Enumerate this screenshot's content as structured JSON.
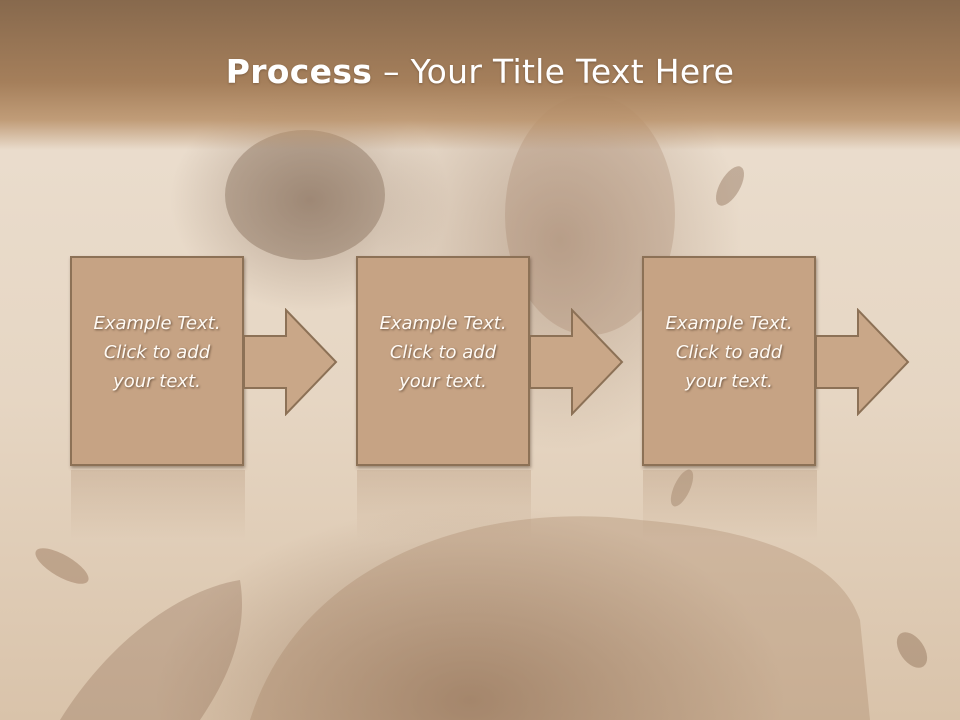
{
  "slide": {
    "title_bold": "Process",
    "title_rest": " – Your Title Text Here"
  },
  "steps": [
    {
      "line1": "Example Text.",
      "line2": "Click  to add",
      "line3": "your text."
    },
    {
      "line1": "Example Text.",
      "line2": "Click  to add",
      "line3": "your text."
    },
    {
      "line1": "Example Text.",
      "line2": "Click  to add",
      "line3": "your text."
    }
  ],
  "colors": {
    "header": "#9a7756",
    "box_fill": "#c6a384",
    "box_border": "#8c7156",
    "arrow_fill": "#c9a788",
    "text": "#fffaf4"
  },
  "icons": [
    "right-arrow-icon"
  ]
}
